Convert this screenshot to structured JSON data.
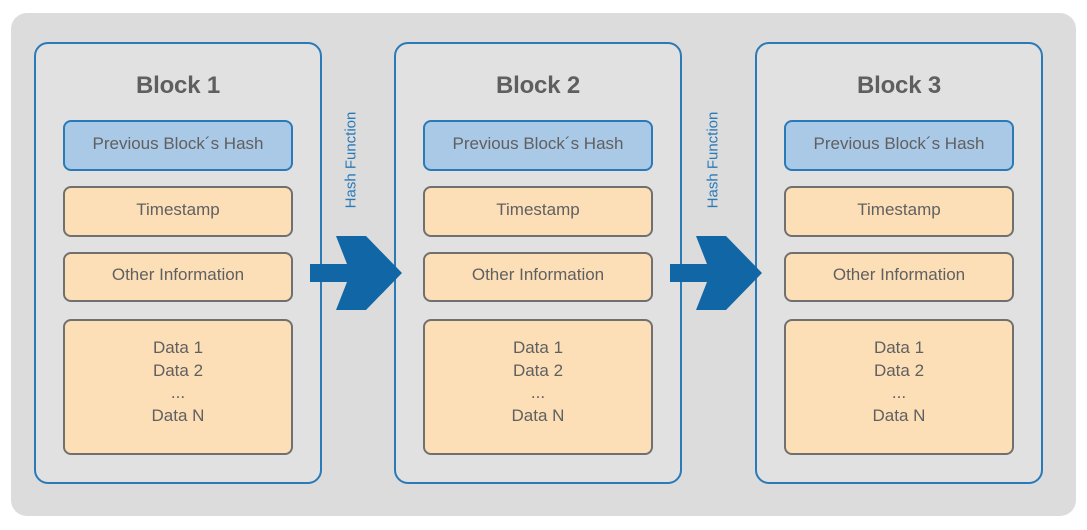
{
  "colors": {
    "block_border": "#2b7ab8",
    "hash_fill": "#a9c9e6",
    "field_fill": "#fddfb7",
    "field_border": "#707070",
    "arrow": "#1166a5",
    "background": "#dcdcdc"
  },
  "arrow_label": "Hash Function",
  "blocks": [
    {
      "title": "Block 1",
      "hash": "Previous Block´s Hash",
      "timestamp": "Timestamp",
      "other": "Other Information",
      "data": [
        "Data 1",
        "Data 2",
        "...",
        "Data N"
      ]
    },
    {
      "title": "Block 2",
      "hash": "Previous Block´s Hash",
      "timestamp": "Timestamp",
      "other": "Other Information",
      "data": [
        "Data 1",
        "Data 2",
        "...",
        "Data N"
      ]
    },
    {
      "title": "Block 3",
      "hash": "Previous Block´s Hash",
      "timestamp": "Timestamp",
      "other": "Other Information",
      "data": [
        "Data 1",
        "Data 2",
        "...",
        "Data N"
      ]
    }
  ]
}
